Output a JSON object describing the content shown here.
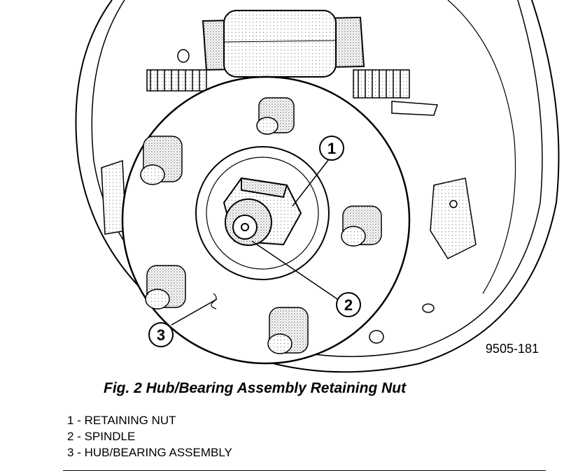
{
  "figure": {
    "drawing_id": "9505-181",
    "callouts": [
      {
        "number": "1"
      },
      {
        "number": "2"
      },
      {
        "number": "3"
      }
    ]
  },
  "caption": "Fig. 2 Hub/Bearing Assembly Retaining Nut",
  "legend": [
    {
      "number": "1",
      "separator": " - ",
      "label": "RETAINING NUT"
    },
    {
      "number": "2",
      "separator": " - ",
      "label": "SPINDLE"
    },
    {
      "number": "3",
      "separator": " - ",
      "label": "HUB/BEARING ASSEMBLY"
    }
  ]
}
